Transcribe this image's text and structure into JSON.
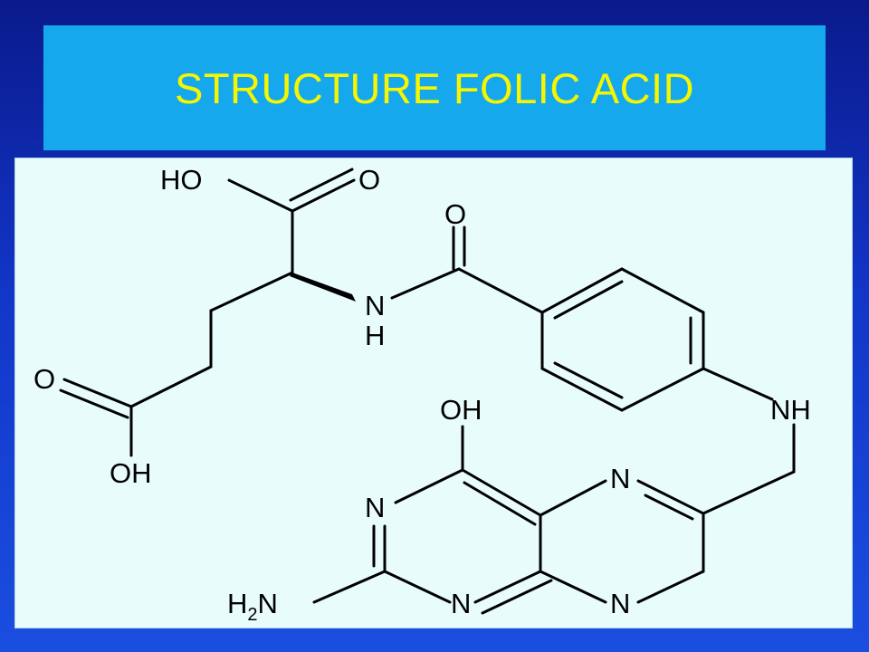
{
  "slide": {
    "title": "STRUCTURE FOLIC ACID"
  },
  "structure": {
    "atoms": {
      "ho_top": "HO",
      "o_top": "O",
      "o_amide": "O",
      "nh_amide_n": "N",
      "nh_amide_h": "H",
      "o_left": "O",
      "oh_bottom": "OH",
      "oh_pteridine": "OH",
      "nh_right": "NH",
      "n_ring_top": "N",
      "n_ring_left": "N",
      "n_ring_bottom_left": "N",
      "n_ring_bottom_right": "N",
      "h2n_h": "H",
      "h2n_sub": "2",
      "h2n_n": "N"
    }
  },
  "colors": {
    "background": "#1236c8",
    "banner": "#16a8ec",
    "title_text": "#f6f600",
    "panel": "#e8fcfc"
  }
}
